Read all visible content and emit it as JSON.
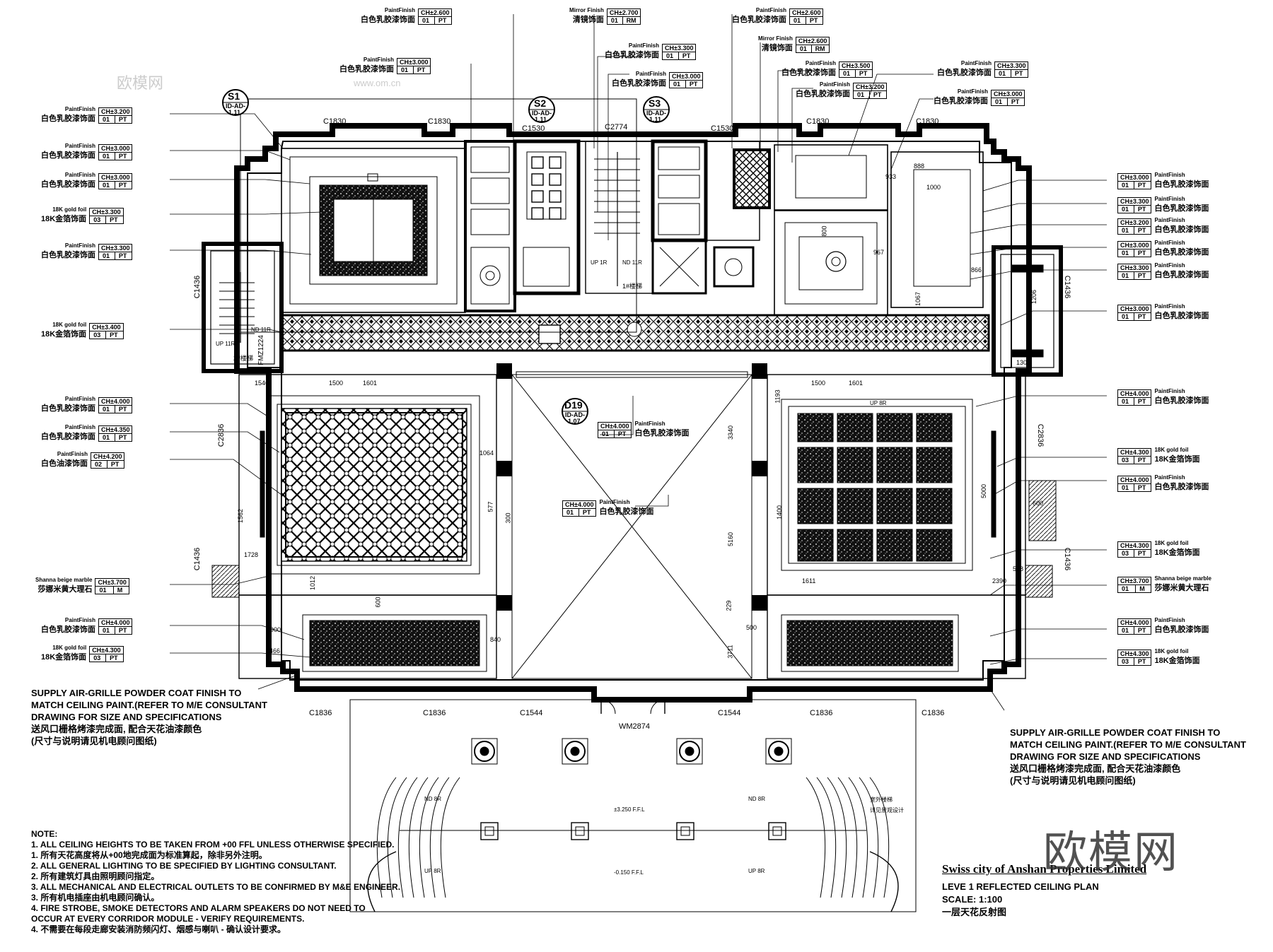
{
  "tags": {
    "left": [
      {
        "cn": "白色乳胶漆饰面",
        "en": "PaintFinish",
        "ch": "CH±3.200",
        "code": "01",
        "mat": "PT"
      },
      {
        "cn": "白色乳胶漆饰面",
        "en": "PaintFinish",
        "ch": "CH±3.000",
        "code": "01",
        "mat": "PT"
      },
      {
        "cn": "白色乳胶漆饰面",
        "en": "PaintFinish",
        "ch": "CH±3.000",
        "code": "01",
        "mat": "PT"
      },
      {
        "cn": "18K金箔饰面",
        "en": "18K gold foil",
        "ch": "CH±3.300",
        "code": "03",
        "mat": "PT"
      },
      {
        "cn": "白色乳胶漆饰面",
        "en": "PaintFinish",
        "ch": "CH±3.300",
        "code": "01",
        "mat": "PT"
      },
      {
        "cn": "18K金箔饰面",
        "en": "18K gold foil",
        "ch": "CH±3.400",
        "code": "03",
        "mat": "PT"
      },
      {
        "cn": "白色乳胶漆饰面",
        "en": "PaintFinish",
        "ch": "CH±4.000",
        "code": "01",
        "mat": "PT"
      },
      {
        "cn": "白色乳胶漆饰面",
        "en": "PaintFinish",
        "ch": "CH±4.350",
        "code": "01",
        "mat": "PT"
      },
      {
        "cn": "白色油漆饰面",
        "en": "PaintFinish",
        "ch": "CH±4.200",
        "code": "02",
        "mat": "PT"
      },
      {
        "cn": "莎娜米黄大理石",
        "en": "Shanna beige marble",
        "ch": "CH±3.700",
        "code": "01",
        "mat": "M"
      },
      {
        "cn": "白色乳胶漆饰面",
        "en": "PaintFinish",
        "ch": "CH±4.000",
        "code": "01",
        "mat": "PT"
      },
      {
        "cn": "18K金箔饰面",
        "en": "18K gold foil",
        "ch": "CH±4.300",
        "code": "03",
        "mat": "PT"
      }
    ],
    "right": [
      {
        "cn": "白色乳胶漆饰面",
        "en": "PaintFinish",
        "ch": "CH±3.000",
        "code": "01",
        "mat": "PT"
      },
      {
        "cn": "白色乳胶漆饰面",
        "en": "PaintFinish",
        "ch": "CH±3.300",
        "code": "01",
        "mat": "PT"
      },
      {
        "cn": "白色乳胶漆饰面",
        "en": "PaintFinish",
        "ch": "CH±3.200",
        "code": "01",
        "mat": "PT"
      },
      {
        "cn": "白色乳胶漆饰面",
        "en": "PaintFinish",
        "ch": "CH±3.000",
        "code": "01",
        "mat": "PT"
      },
      {
        "cn": "白色乳胶漆饰面",
        "en": "PaintFinish",
        "ch": "CH±3.300",
        "code": "01",
        "mat": "PT"
      },
      {
        "cn": "白色乳胶漆饰面",
        "en": "PaintFinish",
        "ch": "CH±3.000",
        "code": "01",
        "mat": "PT"
      },
      {
        "cn": "白色乳胶漆饰面",
        "en": "PaintFinish",
        "ch": "CH±4.000",
        "code": "01",
        "mat": "PT"
      },
      {
        "cn": "18K金箔饰面",
        "en": "18K gold foil",
        "ch": "CH±4.300",
        "code": "03",
        "mat": "PT"
      },
      {
        "cn": "白色乳胶漆饰面",
        "en": "PaintFinish",
        "ch": "CH±4.000",
        "code": "01",
        "mat": "PT"
      },
      {
        "cn": "18K金箔饰面",
        "en": "18K gold foil",
        "ch": "CH±4.300",
        "code": "03",
        "mat": "PT"
      },
      {
        "cn": "莎娜米黄大理石",
        "en": "Shanna beige marble",
        "ch": "CH±3.700",
        "code": "01",
        "mat": "M"
      },
      {
        "cn": "白色乳胶漆饰面",
        "en": "PaintFinish",
        "ch": "CH±4.000",
        "code": "01",
        "mat": "PT"
      },
      {
        "cn": "18K金箔饰面",
        "en": "18K gold foil",
        "ch": "CH±4.300",
        "code": "03",
        "mat": "PT"
      }
    ],
    "top": [
      {
        "cn": "白色乳胶漆饰面",
        "en": "PaintFinish",
        "ch": "CH±2.600",
        "code": "01",
        "mat": "PT"
      },
      {
        "cn": "白色乳胶漆饰面",
        "en": "PaintFinish",
        "ch": "CH±3.000",
        "code": "01",
        "mat": "PT"
      },
      {
        "cn": "清镜饰面",
        "en": "Mirror Finish",
        "ch": "CH±2.700",
        "code": "01",
        "mat": "RM"
      },
      {
        "cn": "白色乳胶漆饰面",
        "en": "PaintFinish",
        "ch": "CH±3.300",
        "code": "01",
        "mat": "PT"
      },
      {
        "cn": "白色乳胶漆饰面",
        "en": "PaintFinish",
        "ch": "CH±3.000",
        "code": "01",
        "mat": "PT"
      },
      {
        "cn": "白色乳胶漆饰面",
        "en": "PaintFinish",
        "ch": "CH±2.600",
        "code": "01",
        "mat": "PT"
      },
      {
        "cn": "清镜饰面",
        "en": "Mirror Finish",
        "ch": "CH±2.600",
        "code": "01",
        "mat": "RM"
      },
      {
        "cn": "白色乳胶漆饰面",
        "en": "PaintFinish",
        "ch": "CH±3.500",
        "code": "01",
        "mat": "PT"
      },
      {
        "cn": "白色乳胶漆饰面",
        "en": "PaintFinish",
        "ch": "CH±3.200",
        "code": "01",
        "mat": "PT"
      },
      {
        "cn": "白色乳胶漆饰面",
        "en": "PaintFinish",
        "ch": "CH±3.300",
        "code": "01",
        "mat": "PT"
      },
      {
        "cn": "白色乳胶漆饰面",
        "en": "PaintFinish",
        "ch": "CH±3.000",
        "code": "01",
        "mat": "PT"
      }
    ],
    "center": [
      {
        "cn": "白色乳胶漆饰面",
        "en": "PaintFinish",
        "ch": "CH±4.000",
        "code": "01",
        "mat": "PT"
      },
      {
        "cn": "白色乳胶漆饰面",
        "en": "PaintFinish",
        "ch": "CH±4.000",
        "code": "01",
        "mat": "PT"
      }
    ]
  },
  "section_marks": [
    {
      "id": "S1",
      "ref": "ID-AD-",
      "sheet": "1.11"
    },
    {
      "id": "S2",
      "ref": "ID-AD-",
      "sheet": "1.11"
    },
    {
      "id": "S3",
      "ref": "ID-AD-",
      "sheet": "1.11"
    },
    {
      "id": "D19",
      "ref": "ID-AD-",
      "sheet": "1.07"
    }
  ],
  "openings": {
    "top": [
      "C1830",
      "C1830",
      "C1530",
      "C2774",
      "C1530",
      "C1830",
      "C1830"
    ],
    "bottom": [
      "C1836",
      "C1836",
      "C1544",
      "WM2874",
      "C1544",
      "C1836",
      "C1836"
    ],
    "left": [
      "C1436",
      "C2836",
      "C1436"
    ],
    "right": [
      "C1436",
      "C2836",
      "C1436"
    ],
    "door": "FMZ1224"
  },
  "stairs": {
    "stair1": "1#楼梯",
    "stair2": "2#楼梯",
    "up1": "UP 1R",
    "nd1": "ND 11R",
    "up2": "UP 11R",
    "nd2": "ND 11R",
    "up3": "UP 8R",
    "nd_left": "ND 8R",
    "nd_right": "ND 8R",
    "up_left": "UP 8R",
    "up_right": "UP 8R",
    "outdoor": "室外楼梯",
    "outdoor2": "详见景观设计"
  },
  "levels": {
    "upper": "±3.250 F.F.L",
    "lower": "-0.150 F.F.L"
  },
  "dims": {
    "a": "1500",
    "b": "1601",
    "c": "1546",
    "d": "1064",
    "e": "577",
    "f": "300",
    "g": "1012",
    "h": "600",
    "i": "2900",
    "j": "1466",
    "k": "840",
    "l": "3340",
    "m": "5160",
    "n": "3711",
    "o": "229",
    "p": "500",
    "q": "1193",
    "r": "1611",
    "s": "1400",
    "t": "2390",
    "u": "568",
    "v": "5000",
    "w": "600",
    "x": "1000",
    "y": "1206",
    "z": "1300",
    "aa": "967",
    "bb": "800",
    "cc": "933",
    "dd": "866",
    "ee": "1067",
    "ff": "888",
    "gg": "1728",
    "hh": "1562"
  },
  "notes": {
    "heading": "NOTE:",
    "lines": [
      "1.  ALL CEILING HEIGHTS TO BE TAKEN FROM +00 FFL UNLESS OTHERWISE SPECIFIED.",
      "1.  所有天花高度将从+00地完成面为标准算起，除非另外注明。",
      "2.  ALL GENERAL LIGHTING TO BE SPECIFIED BY LIGHTING CONSULTANT.",
      "2.  所有建筑灯具由照明顾问指定。",
      "3. ALL MECHANICAL AND ELECTRICAL OUTLETS TO BE CONFIRMED BY M&E ENGINEER.",
      "3. 所有机电插座由机电顾问确认。",
      "4. FIRE STROBE, SMOKE DETECTORS AND ALARM SPEAKERS DO NOT NEED TO",
      "OCCUR AT EVERY CORRIDOR MODULE - VERIFY REQUIREMENTS.",
      "4. 不需要在每段走廊安装消防频闪灯、烟感与喇叭 - 确认设计要求。"
    ]
  },
  "grille_note": {
    "en": "SUPPLY AIR-GRILLE POWDER COAT FINISH TO MATCH CEILING PAINT.(REFER TO M/E CONSULTANT DRAWING FOR SIZE AND SPECIFICATIONS",
    "cn1": "送风口栅格烤漆完成面, 配合天花油漆颜色",
    "cn2": "(尺寸与说明请见机电顾问图纸)"
  },
  "title_block": {
    "company": "Swiss city of Anshan Properties Limited",
    "drawing": "LEVE  1 REFLECTED CEILING PLAN",
    "scale": "SCALE: 1:100",
    "cn": "一层天花反射图"
  },
  "watermark": {
    "big": "欧模网",
    "small": "欧模网",
    "url": "www.om.cn"
  }
}
